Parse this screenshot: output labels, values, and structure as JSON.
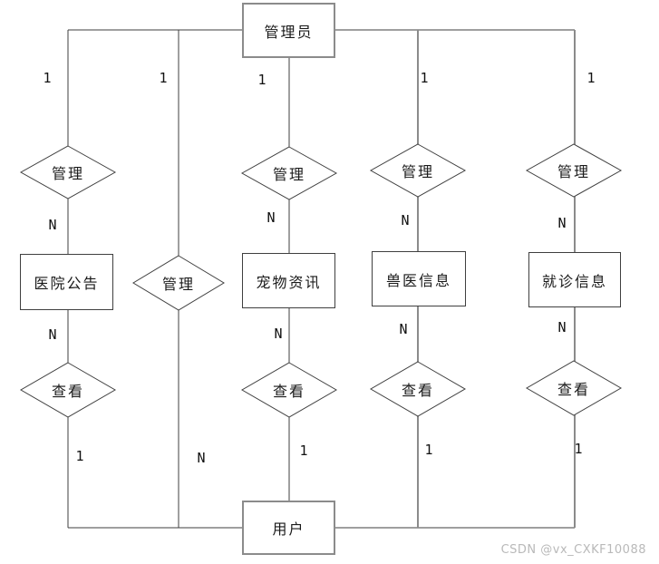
{
  "diagram": {
    "entities": {
      "admin": "管理员",
      "user": "用户",
      "hospital_notice": "医院公告",
      "pet_news": "宠物资讯",
      "vet_info": "兽医信息",
      "visit_info": "就诊信息"
    },
    "relations": {
      "manage": "管理",
      "view": "查看"
    },
    "labels": {
      "one": "1",
      "n": "N"
    },
    "colors": {
      "thin_line": "#3f3f3f",
      "thick_line": "#8b8b8b",
      "background": "#ffffff",
      "text": "#1a1a1a"
    }
  },
  "watermark": {
    "text": "CSDN @vx_CXKF10088"
  }
}
